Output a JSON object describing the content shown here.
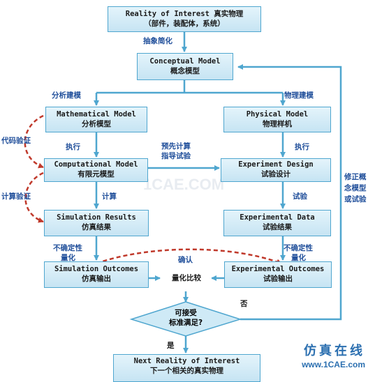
{
  "nodes": {
    "reality": {
      "en": "Reality of Interest 真实物理",
      "zh": "（部件，装配体，系统）"
    },
    "conceptual": {
      "en": "Conceptual Model",
      "zh": "概念模型"
    },
    "mathematical": {
      "en": "Mathematical Model",
      "zh": "分析模型"
    },
    "physical": {
      "en": "Physical Model",
      "zh": "物理样机"
    },
    "computational": {
      "en": "Computational Model",
      "zh": "有限元模型"
    },
    "exp_design": {
      "en": "Experiment Design",
      "zh": "试验设计"
    },
    "sim_results": {
      "en": "Simulation Results",
      "zh": "仿真结果"
    },
    "exp_data": {
      "en": "Experimental Data",
      "zh": "试验结果"
    },
    "sim_outcomes": {
      "en": "Simulation Outcomes",
      "zh": "仿真输出"
    },
    "exp_outcomes": {
      "en": "Experimental Outcomes",
      "zh": "试验输出"
    },
    "compare": {
      "zh": "量化比较"
    },
    "decision": {
      "zh1": "可接受",
      "zh2": "标准满足?"
    },
    "next": {
      "en": "Next Reality of Interest",
      "zh": "下一个相关的真实物理"
    }
  },
  "labels": {
    "abstraction": "抽象简化",
    "analytic_modeling": "分析建模",
    "physical_modeling": "物理建模",
    "code_verification": "代码验证",
    "calc_verification": "计算验证",
    "execute_left": "执行",
    "execute_right": "执行",
    "precalc_1": "预先计算",
    "precalc_2": "指导试验",
    "calculate": "计算",
    "test": "试验",
    "uq_left_1": "不确定性",
    "uq_left_2": "量化",
    "uq_right_1": "不确定性",
    "uq_right_2": "量化",
    "confirm": "确认",
    "revise_1": "修正概",
    "revise_2": "念模型",
    "revise_3": "或试验",
    "no": "否",
    "yes": "是"
  },
  "watermark": {
    "brand_cn": "仿真在线",
    "site": "www.1CAE.com",
    "center": "1CAE.COM"
  },
  "colors": {
    "arrow": "#4fa6cf",
    "verify_dash": "#c0392b",
    "node_border": "#4fa6cf",
    "label_text": "#1f4e9a"
  }
}
